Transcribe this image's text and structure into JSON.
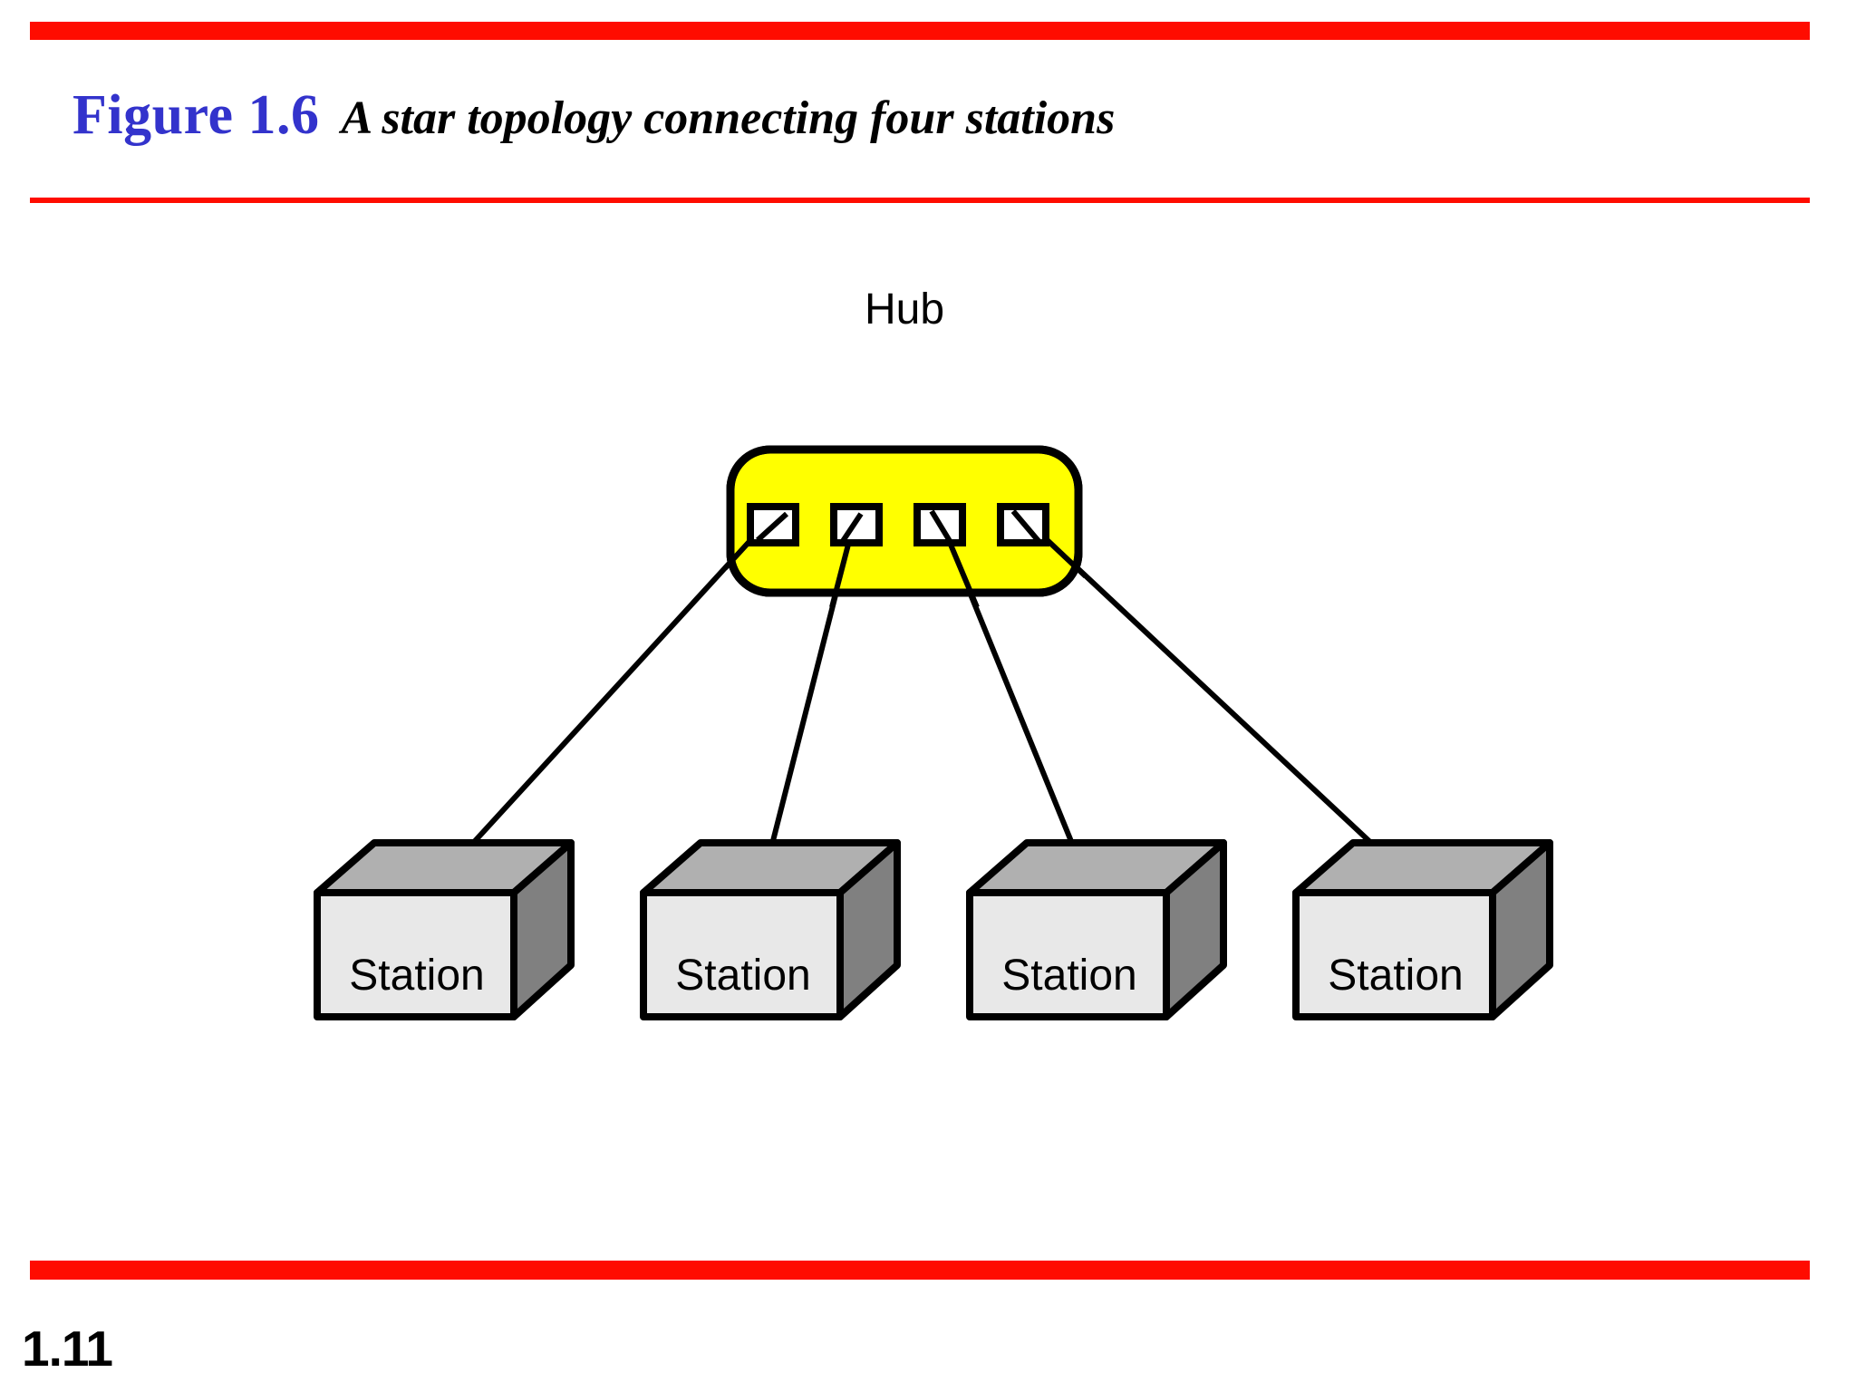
{
  "slide": {
    "figure_number": "Figure 1.6",
    "figure_caption": "A star topology connecting four stations",
    "page_number": "1.11",
    "accent_rule_color": "#FF0C00",
    "figure_number_color": "#3333CC"
  },
  "diagram": {
    "type": "network-topology",
    "topology": "star",
    "hub": {
      "label": "Hub",
      "fill_color": "#FFFF00",
      "stroke_color": "#000000",
      "port_count": 4,
      "port_fill_color": "#FFFFFF"
    },
    "stations": [
      {
        "label": "Station"
      },
      {
        "label": "Station"
      },
      {
        "label": "Station"
      },
      {
        "label": "Station"
      }
    ],
    "station_colors": {
      "front": "#E8E8E8",
      "top": "#B0B0B0",
      "side": "#808080",
      "stroke": "#000000"
    },
    "link_color": "#000000",
    "link_count": 4
  }
}
